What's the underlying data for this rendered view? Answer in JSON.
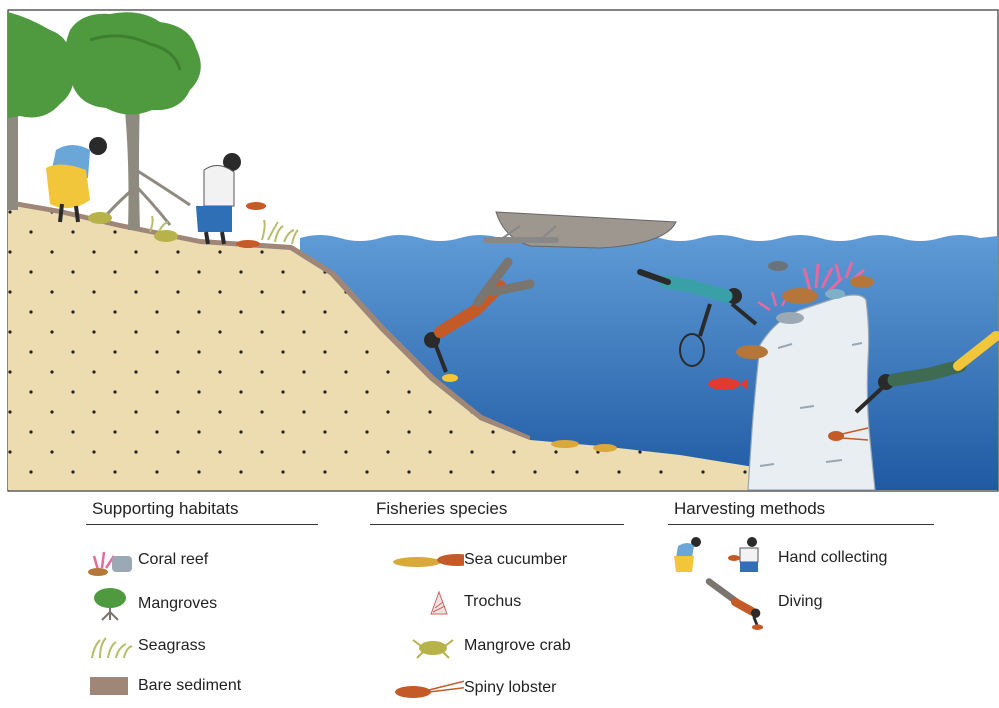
{
  "legend": {
    "supporting_habitats": {
      "title": "Supporting habitats",
      "items": [
        {
          "label": "Coral reef",
          "icon": "coral-reef-icon"
        },
        {
          "label": "Mangroves",
          "icon": "mangrove-tree-icon"
        },
        {
          "label": "Seagrass",
          "icon": "seagrass-icon"
        },
        {
          "label": "Bare sediment",
          "icon": "bare-sediment-swatch",
          "color": "#a08676"
        }
      ]
    },
    "fisheries_species": {
      "title": "Fisheries species",
      "items": [
        {
          "label": "Sea cucumber",
          "icon": "sea-cucumber-icon"
        },
        {
          "label": "Trochus",
          "icon": "trochus-shell-icon"
        },
        {
          "label": "Mangrove crab",
          "icon": "mangrove-crab-icon"
        },
        {
          "label": "Spiny lobster",
          "icon": "spiny-lobster-icon"
        }
      ]
    },
    "harvesting_methods": {
      "title": "Harvesting methods",
      "items": [
        {
          "label": "Hand collecting",
          "icon": "hand-collecting-figures-icon"
        },
        {
          "label": "Diving",
          "icon": "diver-icon"
        }
      ]
    }
  },
  "colors": {
    "sea": "#2f6fb8",
    "sea_light": "#5f9bd6",
    "sand": "#eddcb0",
    "sediment": "#a08676",
    "reef_rock": "#e9eef3",
    "mangrove_leaf": "#4f9a3f"
  }
}
